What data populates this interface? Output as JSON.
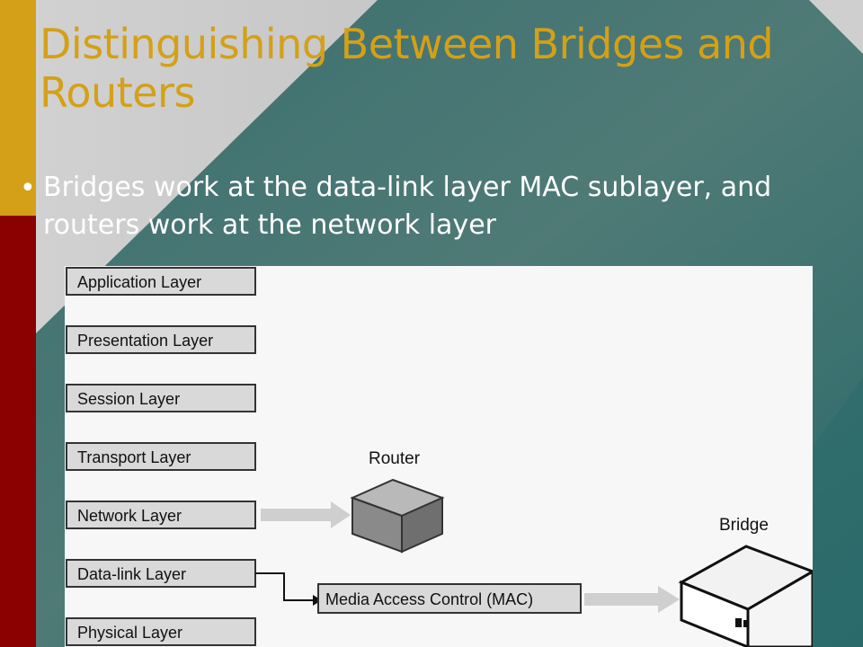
{
  "slide": {
    "title": "Distinguishing Between Bridges and Routers",
    "bullet": "Bridges work at the data-link layer MAC sublayer, and routers work at the network layer"
  },
  "diagram": {
    "layers": [
      "Application Layer",
      "Presentation Layer",
      "Session Layer",
      "Transport Layer",
      "Network Layer",
      "Data-link Layer",
      "Physical Layer"
    ],
    "router_label": "Router",
    "bridge_label": "Bridge",
    "mac_label": "Media Access Control (MAC)"
  },
  "colors": {
    "title": "#d4a017",
    "left_bar_top": "#d4a017",
    "left_bar_bottom": "#8b0000",
    "bg_gray": "#c8c8c8",
    "bg_teal": "#2f6f6f"
  }
}
